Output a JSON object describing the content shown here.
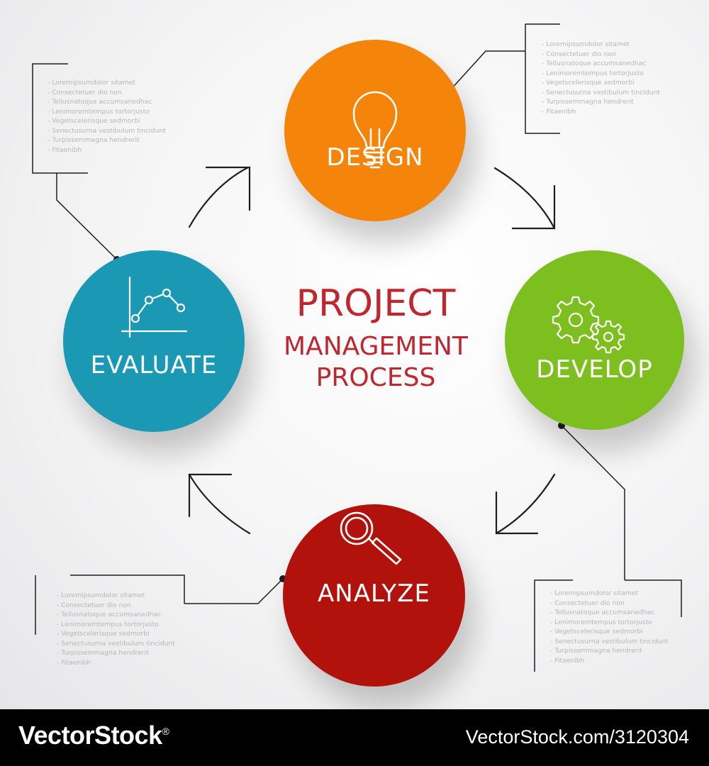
{
  "title": {
    "line1": "PROJECT",
    "line2": "MANAGEMENT",
    "line3": "PROCESS",
    "color": "#c0262d"
  },
  "stages": [
    {
      "key": "design",
      "label": "DESIGN",
      "icon": "lightbulb-icon",
      "color": "#f5850a"
    },
    {
      "key": "develop",
      "label": "DEVELOP",
      "icon": "gears-icon",
      "color": "#7cbf1f"
    },
    {
      "key": "analyze",
      "label": "ANALYZE",
      "icon": "magnifier-icon",
      "color": "#b1120b"
    },
    {
      "key": "evaluate",
      "label": "EVALUATE",
      "icon": "line-chart-icon",
      "color": "#1a98b4"
    }
  ],
  "notes": [
    "- Loremipsumdolor sitamet",
    "- Consectetuer dio non",
    "- Tellusnatoque accumsanedhac",
    "- Lenimoremtempus tortorjusto",
    "- Vegetscelerisque sedmorbi",
    "- Senectusurna vestibulum tincidunt",
    "- Turpissemmagna hendrerit",
    "- Fitaenibh"
  ],
  "footer": {
    "brand": "VectorStock",
    "brand_mark": "®",
    "reference": "VectorStock.com/3120304"
  }
}
